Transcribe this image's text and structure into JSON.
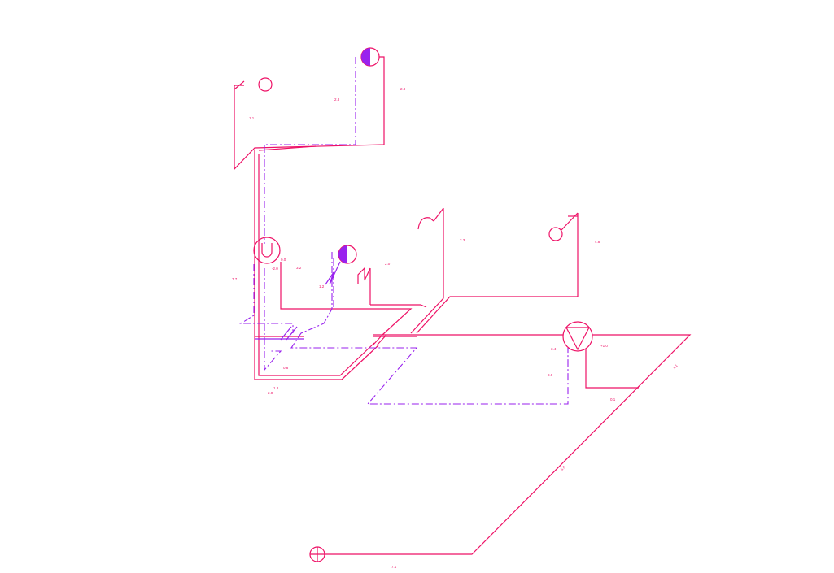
{
  "colors": {
    "pipe": "#ee1166",
    "secondary": "#9922ee",
    "background": "#ffffff"
  },
  "labels": {
    "l_11a": "1.1",
    "l_28a": "2.8",
    "l_28b": "2.8",
    "l_77": "7.7",
    "l_00": "0.0",
    "l_m20": "-2.0",
    "l_32": "3.2",
    "l_12": "1.2",
    "l_20a": "2.0",
    "l_23": "2.3",
    "l_48": "4.8",
    "l_08": "0.8",
    "l_18": "1.8",
    "l_20b": "2.0",
    "l_34": "3.4",
    "l_p10": "+1.0",
    "l_80": "8.0",
    "l_11b": "1.1",
    "l_01": "0.1",
    "l_58": "5.8",
    "l_71": "7.1"
  },
  "icons": [
    "sink-icon",
    "shower-icon",
    "washbasin-icon",
    "boiler-icon",
    "pump-icon",
    "drain-icon",
    "tap-icon"
  ]
}
